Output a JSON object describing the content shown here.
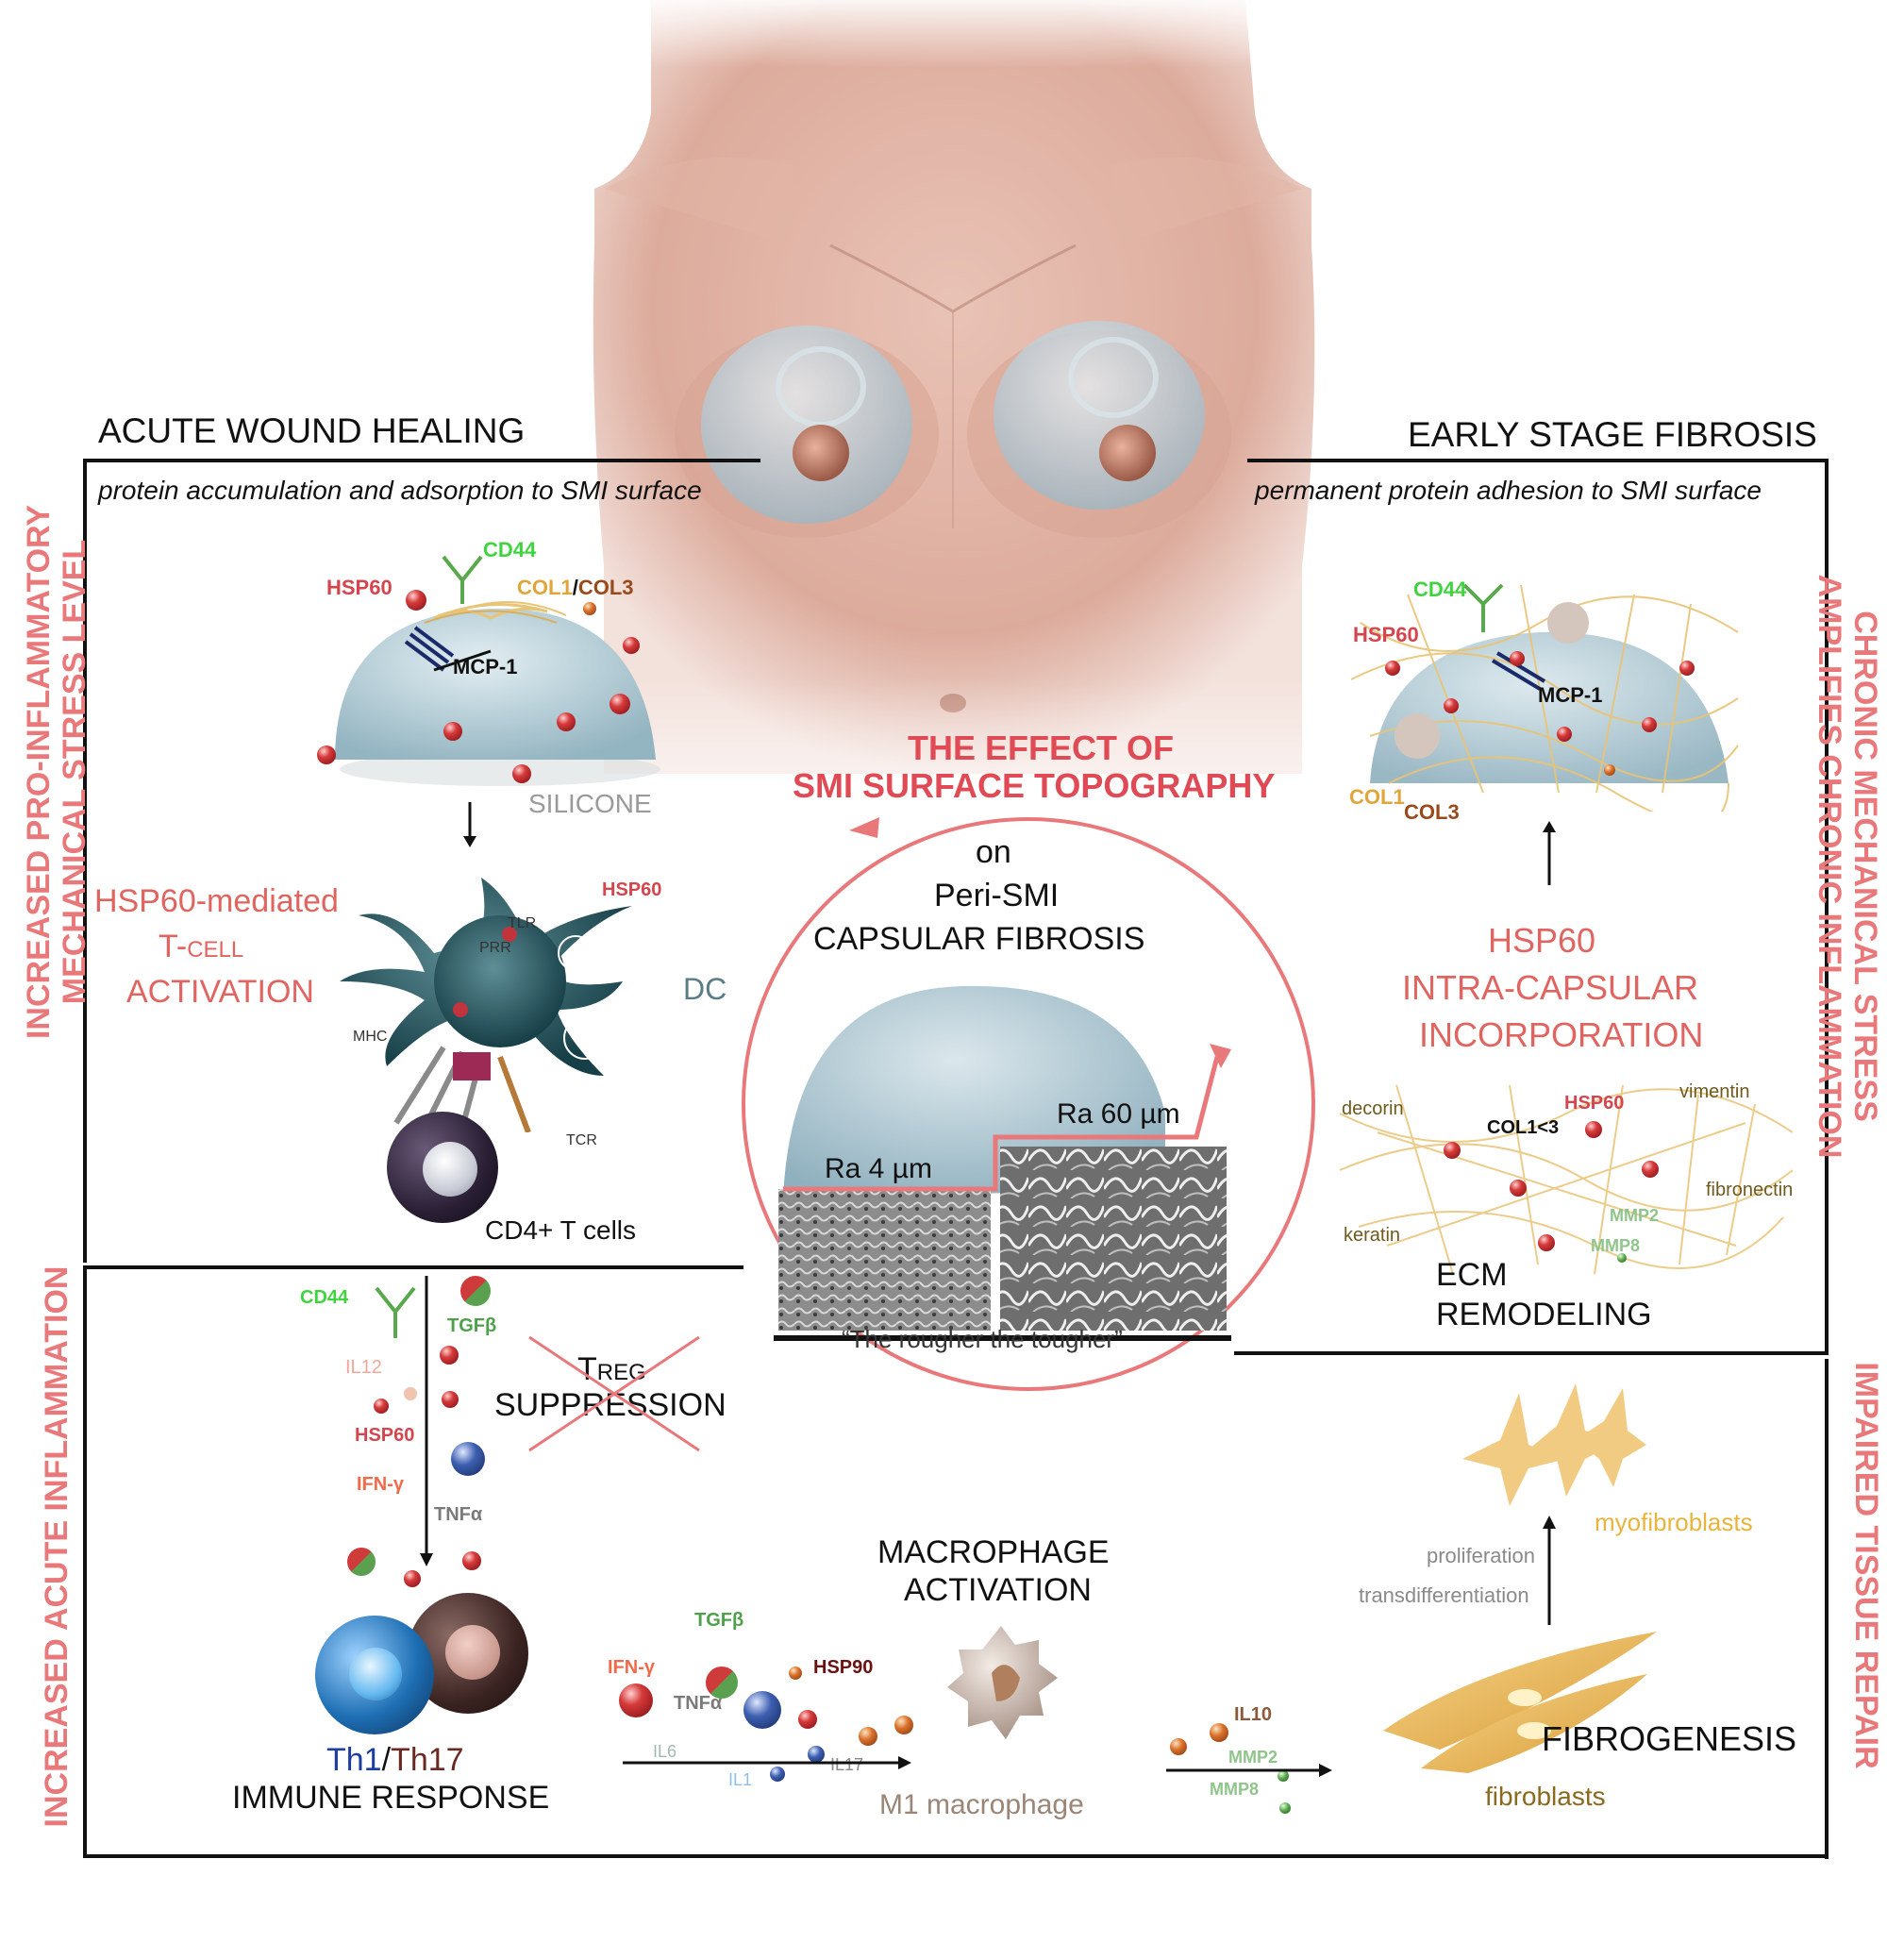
{
  "title": {
    "line1": "THE EFFECT OF",
    "line2": "SMI SURFACE TOPOGRAPHY"
  },
  "center": {
    "on": "on",
    "peri": "Peri-SMI",
    "capsular": "CAPSULAR FIBROSIS",
    "ra_low": "Ra 4 µm",
    "ra_high": "Ra 60 µm",
    "quote": "“The rougher the tougher”"
  },
  "quadrants": {
    "acute": {
      "heading": "ACUTE WOUND HEALING",
      "subtitle": "protein accumulation and adsorption to SMI surface"
    },
    "early": {
      "heading": "EARLY STAGE FIBROSIS",
      "subtitle": "permanent protein adhesion to SMI surface"
    }
  },
  "side_labels": {
    "left_top_1": "INCREASED PRO-INFLAMMATORY",
    "left_top_2": "MECHANICAL STRESS LEVEL",
    "left_bottom": "INCREASED  ACUTE INFLAMMATION",
    "right_top_1": "CHRONIC MECHANICAL STRESS",
    "right_top_2": "AMPLIFIES  CHRONIC INFLAMMATION",
    "right_bottom": "IMPAIRED TISSUE REPAIR"
  },
  "left_top": {
    "cd44": "CD44",
    "hsp60": "HSP60",
    "col1": "COL1",
    "slash": "/",
    "col3": "COL3",
    "mcp1": "MCP-1",
    "silicone": "SILICONE",
    "hsp60_mediated": "HSP60-mediated",
    "t_cell": "T-cell",
    "activation": "ACTIVATION",
    "hsp60_dc": "HSP60",
    "tlr": "TLR",
    "prr": "PRR",
    "mhc": "MHC",
    "dc": "DC",
    "tcr": "TCR",
    "cd4": "CD4+ T cells"
  },
  "right_top": {
    "cd44": "CD44",
    "hsp60": "HSP60",
    "mcp1": "MCP-1",
    "col1": "COL1",
    "col3": "COL3",
    "hsp60_intra": "HSP60",
    "intra_capsular": "INTRA-CAPSULAR",
    "incorporation": "INCORPORATION",
    "decorin": "decorin",
    "col1_3": "COL1<3",
    "hsp60_ecm": "HSP60",
    "vimentin": "vimentin",
    "fibronectin": "fibronectin",
    "keratin": "keratin",
    "mmp2": "MMP2",
    "mmp8": "MMP8",
    "ecm": "ECM",
    "remodeling": "REMODELING"
  },
  "left_bottom": {
    "cd44": "CD44",
    "tgfb": "TGFβ",
    "il12": "IL12",
    "hsp60": "HSP60",
    "ifng": "IFN-γ",
    "tnfa": "TNFα",
    "treg": "Treg",
    "suppression": "SUPPRESSION",
    "th1": "Th1",
    "slash": "/",
    "th17": "Th17",
    "immune": "IMMUNE RESPONSE"
  },
  "bottom_middle": {
    "macrophage": "MACROPHAGE",
    "activation": "ACTIVATION",
    "tgfb": "TGFβ",
    "ifng": "IFN-γ",
    "hsp90": "HSP90",
    "tnfa": "TNFα",
    "il6": "IL6",
    "il1": "IL1",
    "il17": "IL17",
    "m1": "M1 macrophage",
    "il10": "IL10",
    "mmp2": "MMP2",
    "mmp8": "MMP8"
  },
  "right_bottom": {
    "myofibroblasts": "myofibroblasts",
    "proliferation": "proliferation",
    "transdifferentiation": "transdifferentiation",
    "fibrogenesis": "FIBROGENESIS",
    "fibroblasts": "fibroblasts"
  },
  "colors": {
    "accent": "#e8787a",
    "title_red": "#e04a55",
    "line": "#111111",
    "gel": "#b7cfd8",
    "fiber": "#e8c476"
  }
}
